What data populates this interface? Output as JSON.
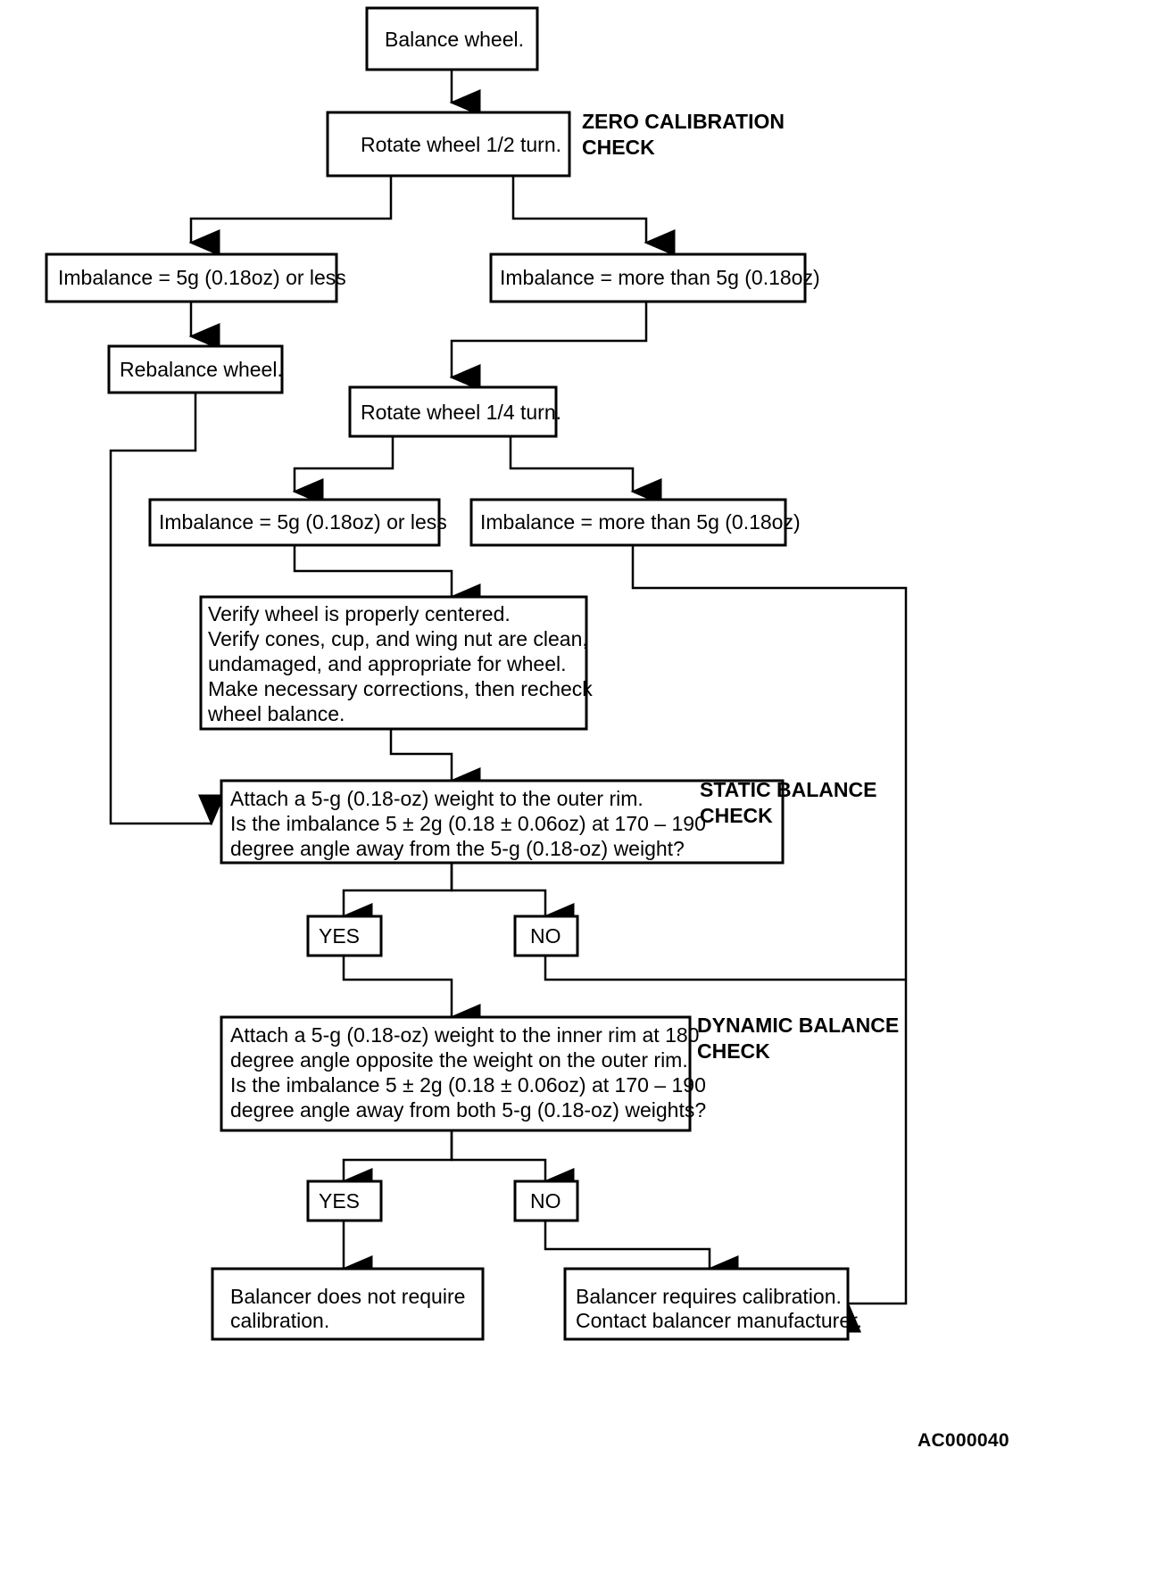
{
  "diagram": {
    "figure_id": "AC000040",
    "section_labels": [
      {
        "id": "zero-calibration",
        "line1": "ZERO CALIBRATION",
        "line2": "CHECK"
      },
      {
        "id": "static-balance",
        "line1": "STATIC BALANCE",
        "line2": "CHECK"
      },
      {
        "id": "dynamic-balance",
        "line1": "DYNAMIC BALANCE",
        "line2": "CHECK"
      }
    ],
    "nodes": [
      {
        "id": "balance-wheel",
        "lines": [
          "Balance wheel."
        ]
      },
      {
        "id": "rotate-half",
        "lines": [
          "Rotate wheel 1/2 turn."
        ]
      },
      {
        "id": "imbalance-half-low",
        "lines": [
          "Imbalance = 5g (0.18oz) or less"
        ]
      },
      {
        "id": "imbalance-half-high",
        "lines": [
          "Imbalance = more than 5g (0.18oz)"
        ]
      },
      {
        "id": "rebalance-wheel",
        "lines": [
          "Rebalance wheel."
        ]
      },
      {
        "id": "rotate-quarter",
        "lines": [
          "Rotate wheel 1/4 turn."
        ]
      },
      {
        "id": "imbalance-quarter-low",
        "lines": [
          "Imbalance = 5g (0.18oz) or less"
        ]
      },
      {
        "id": "imbalance-quarter-high",
        "lines": [
          "Imbalance = more than 5g (0.18oz)"
        ]
      },
      {
        "id": "verify-wheel",
        "lines": [
          "Verify wheel is properly centered.",
          "Verify cones, cup, and wing nut are clean,",
          "undamaged, and appropriate for wheel.",
          "Make necessary corrections, then recheck",
          "wheel balance."
        ]
      },
      {
        "id": "static-balance-question",
        "lines": [
          "Attach a 5-g (0.18-oz) weight to the outer rim.",
          "Is the imbalance 5 ± 2g (0.18 ± 0.06oz) at 170 – 190",
          "degree angle away from the 5-g (0.18-oz) weight?"
        ]
      },
      {
        "id": "static-yes",
        "lines": [
          "YES"
        ]
      },
      {
        "id": "static-no",
        "lines": [
          "NO"
        ]
      },
      {
        "id": "dynamic-balance-question",
        "lines": [
          "Attach a 5-g (0.18-oz) weight to the inner rim at 180",
          "degree angle opposite the weight on the outer rim.",
          "Is the imbalance 5 ± 2g (0.18 ± 0.06oz) at 170 – 190",
          "degree angle away from both 5-g (0.18-oz) weights?"
        ]
      },
      {
        "id": "dynamic-yes",
        "lines": [
          "YES"
        ]
      },
      {
        "id": "dynamic-no",
        "lines": [
          "NO"
        ]
      },
      {
        "id": "no-calibration",
        "lines": [
          "Balancer does not require",
          "calibration."
        ]
      },
      {
        "id": "requires-calibration",
        "lines": [
          "Balancer requires calibration.",
          "Contact balancer manufacturer."
        ]
      }
    ],
    "colors": {
      "stroke": "#000000",
      "fill": "#ffffff",
      "text": "#000000"
    }
  }
}
